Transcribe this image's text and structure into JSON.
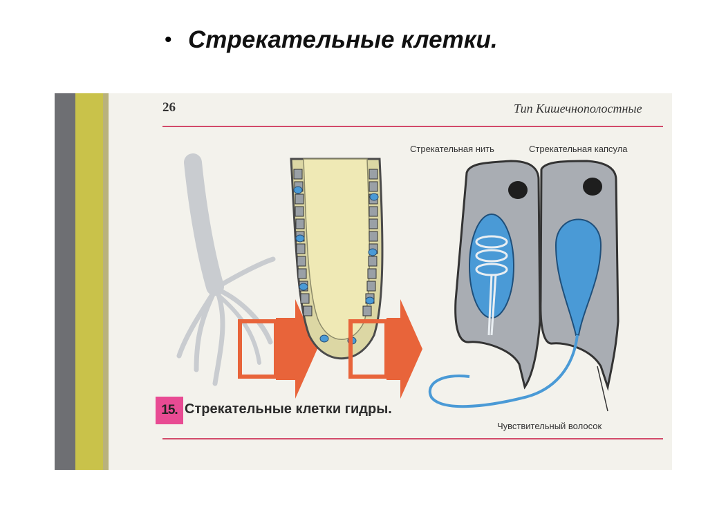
{
  "slide": {
    "bullet": "•",
    "title": "Стрекательные клетки."
  },
  "page": {
    "number": "26",
    "header": "Тип Кишечнополостные"
  },
  "figure": {
    "number": "15.",
    "caption": "Стрекательные клетки гидры.",
    "labels": {
      "thread": "Стрекательная нить",
      "capsule": "Стрекательная капсула",
      "hair": "Чувствительный волосок"
    }
  },
  "colors": {
    "accent_pink": "#e84b93",
    "arrow_orange": "#e8643a",
    "capsule_blue": "#4a9ad6",
    "cell_gray": "#a9adb3",
    "rule_red": "#d24a6a"
  }
}
